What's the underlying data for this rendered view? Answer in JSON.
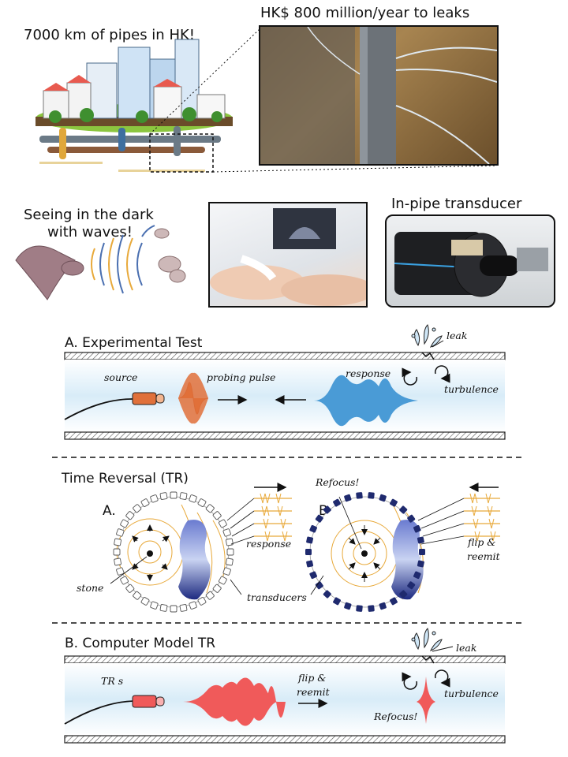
{
  "top": {
    "pipes_title": "7000 km of pipes in HK!",
    "leak_cost_title": "HK$ 800 million/year to leaks"
  },
  "row2": {
    "bat_title_line1": "Seeing in the dark",
    "bat_title_line2": "with waves!",
    "transducer_title": "In-pipe transducer"
  },
  "panel_a": {
    "heading": "A. Experimental Test",
    "source_label": "source",
    "probe_label": "probing pulse",
    "response_label": "response",
    "leak_label": "leak",
    "turbulence_label": "turbulence"
  },
  "panel_tr": {
    "heading": "Time Reversal (TR)",
    "sub_a": "A.",
    "sub_b": "B.",
    "response_label": "response",
    "stone_label": "stone",
    "transducers_label": "transducers",
    "refocus_label": "Refocus!",
    "flip_label_line1": "flip &",
    "flip_label_line2": "reemit"
  },
  "panel_b": {
    "heading": "B. Computer Model TR",
    "trs_label": "TR s",
    "flip_label_line1": "flip &",
    "flip_label_line2": "reemit",
    "leak_label": "leak",
    "turbulence_label": "turbulence",
    "refocus_label": "Refocus!"
  },
  "colors": {
    "orange": "#e0703a",
    "blue": "#4a9bd6",
    "red": "#f05a5a",
    "navy": "#1f2a6e",
    "pipe_fill": "#e3f1fb"
  }
}
